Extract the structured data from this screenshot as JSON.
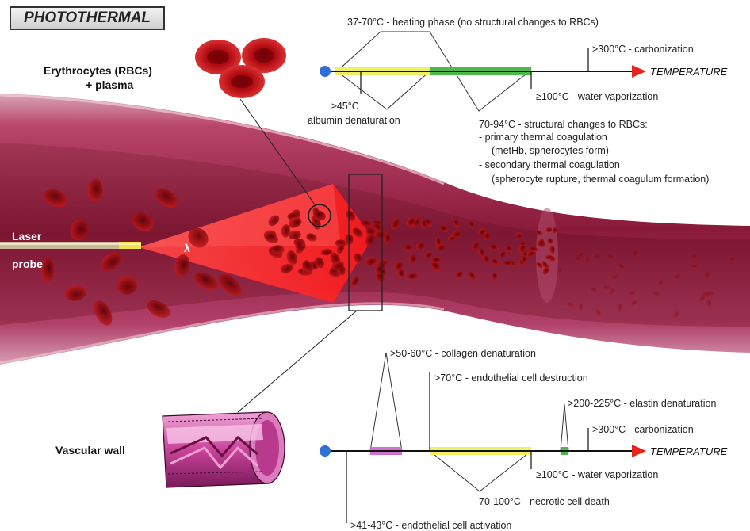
{
  "title": "PHOTOTHERMAL",
  "rbc": {
    "label_line1": "Erythrocytes (RBCs)",
    "label_line2": "+ plasma",
    "heating": "37-70°C - heating phase (no structural changes to RBCs)",
    "carbonization": ">300°C - carbonization",
    "axis": "TEMPERATURE",
    "albumin_line1": "≥45°C",
    "albumin_line2": "albumin denaturation",
    "water": "≥100°C - water vaporization",
    "structural": [
      "70-94°C - structural changes to RBCs:",
      "- primary thermal coagulation",
      "(metHb, spherocytes form)",
      "- secondary thermal coagulation",
      "(spherocyte rupture, thermal coagulum formation)"
    ]
  },
  "probe": {
    "label_line1": "Laser",
    "label_line2": "probe",
    "wavelength": "λ"
  },
  "wall": {
    "label": "Vascular wall",
    "collagen": ">50-60°C - collagen denaturation",
    "endothelial": ">70°C - endothelial cell destruction",
    "elastin": ">200-225°C - elastin denaturation",
    "carbonization": ">300°C - carbonization",
    "axis": "TEMPERATURE",
    "water": "≥100°C - water vaporization",
    "necrotic": "70-100°C - necrotic cell death",
    "activation": ">41-43°C - endothelial cell activation"
  },
  "colors": {
    "vessel": "#8e1f3f",
    "laser": "#ff1e1e",
    "blood_cell": "#a3080c",
    "yellow_band": "#eef06a",
    "green_band": "#4fb84a",
    "violet_band": "#cf72cf",
    "axis_arrow": "#e8221c",
    "start_dot": "#2f6fd6"
  }
}
